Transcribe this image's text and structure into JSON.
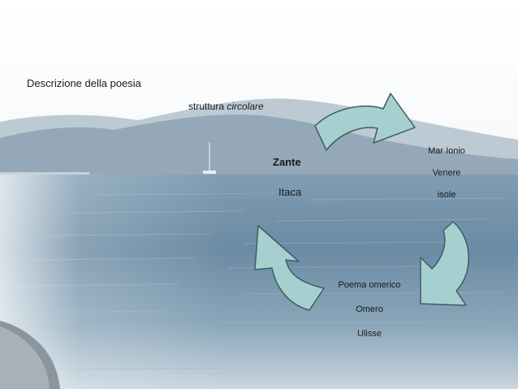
{
  "slide": {
    "heading": "Descrizione della poesia",
    "subtitle_prefix": "struttura ",
    "subtitle_emphasis": "circolare",
    "center_items": [
      "Zante",
      "Itaca"
    ],
    "right_items": [
      "Mar Ionio",
      "Venere",
      "isole"
    ],
    "bottom_items": [
      "Poema omerico",
      "Omero",
      "Ulisse"
    ]
  },
  "colors": {
    "arrow_fill": "#a6d0d0",
    "arrow_stroke": "#3d5d62",
    "sky": "#e9eff2",
    "sea": "#6e8ea6"
  }
}
